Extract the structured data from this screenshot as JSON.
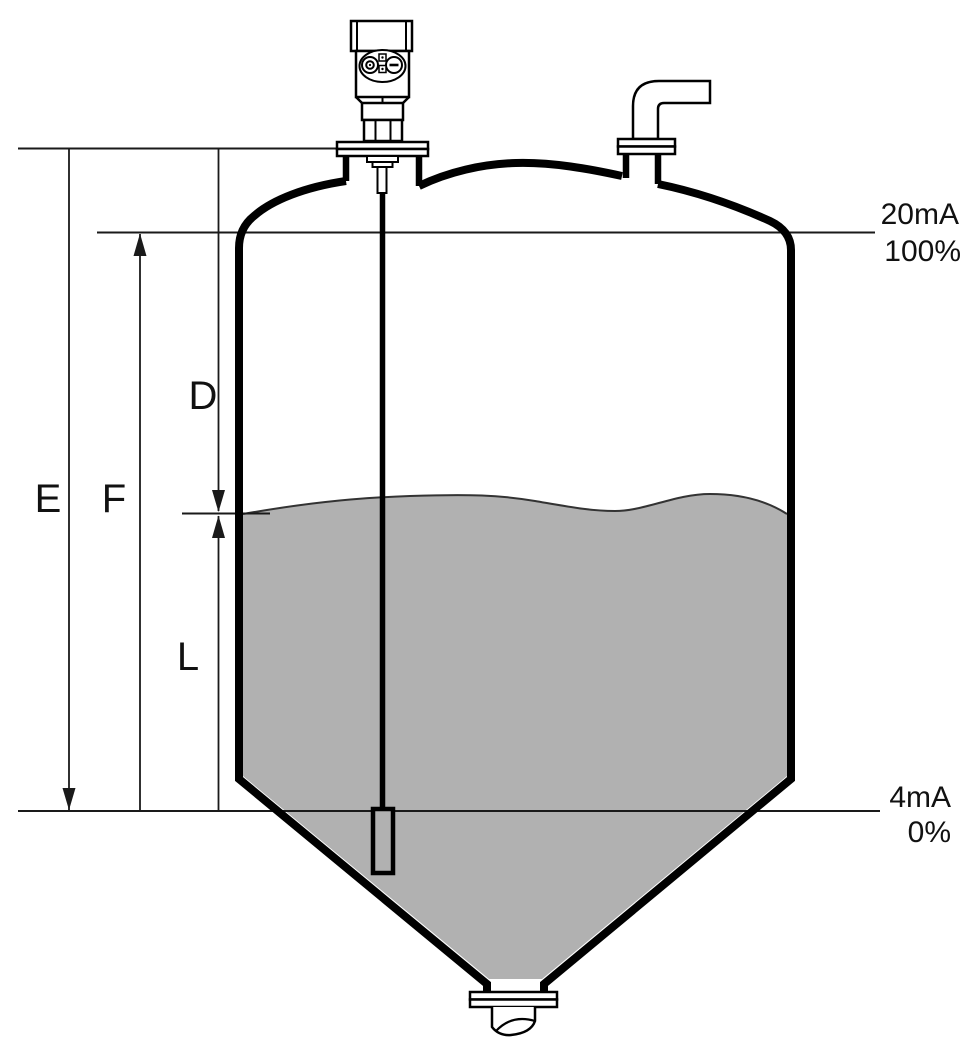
{
  "scale_labels": {
    "full_current": "20mA",
    "full_percent": "100%",
    "empty_current": "4mA",
    "empty_percent": "0%"
  },
  "dimension_labels": {
    "e": "E",
    "f": "F",
    "d": "D",
    "l": "L"
  },
  "colors": {
    "liquid_fill": "#b1b1b1",
    "outline": "#000000",
    "thin_line": "#1a1a1a"
  }
}
